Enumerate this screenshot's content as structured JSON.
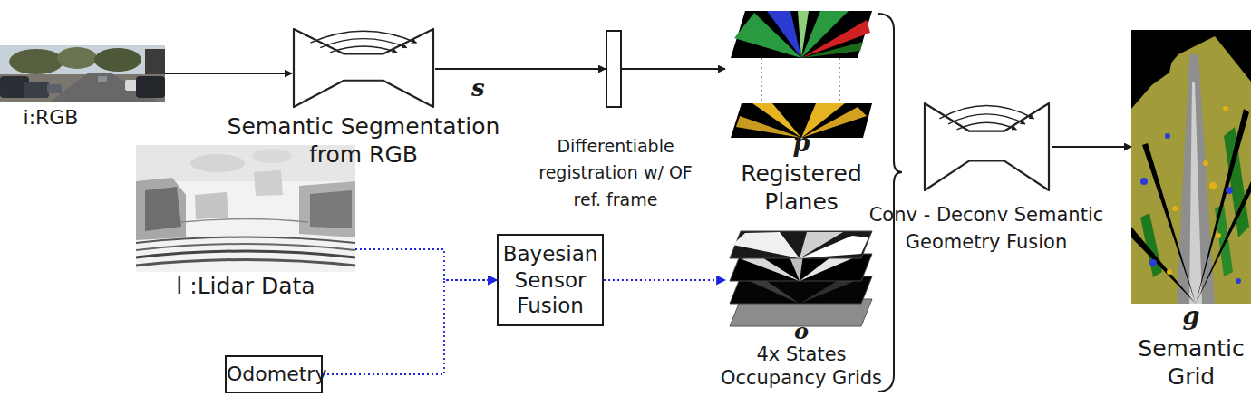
{
  "diagram": {
    "nodes": [
      {
        "text": [
          "i:RGB"
        ]
      },
      {
        "text": [
          "Semantic Segmentation from RGB"
        ]
      },
      {
        "text": [
          "Differentiable registration w/ OF ref. frame"
        ]
      },
      {
        "text": [
          "p",
          "Registered Planes"
        ]
      },
      {
        "text": [
          "l :Lidar Data"
        ]
      },
      {
        "text": [
          "Bayesian Sensor Fusion"
        ]
      },
      {
        "text": [
          "Odometry"
        ]
      },
      {
        "text": [
          "o",
          "4x States Occupancy Grids"
        ]
      },
      {
        "text": [
          "Conv - Deconv Semantic Geometry Fusion"
        ]
      },
      {
        "text": [
          "g",
          "Semantic Grid"
        ]
      }
    ],
    "edges": [
      {
        "from": 0,
        "to": 1,
        "arrow": "to"
      },
      {
        "from": 1,
        "to": 2,
        "label": "s",
        "arrow": "to"
      },
      {
        "from": 2,
        "to": 3,
        "arrow": "to"
      },
      {
        "from": 4,
        "to": 5,
        "arrow": "to"
      },
      {
        "from": 6,
        "to": 5,
        "arrow": "to"
      },
      {
        "from": 5,
        "to": 7,
        "arrow": "to"
      },
      {
        "from": 3,
        "to": 8,
        "arrow": "none"
      },
      {
        "from": 7,
        "to": 8,
        "arrow": "none"
      },
      {
        "from": 8,
        "to": 9,
        "arrow": "to"
      }
    ]
  }
}
